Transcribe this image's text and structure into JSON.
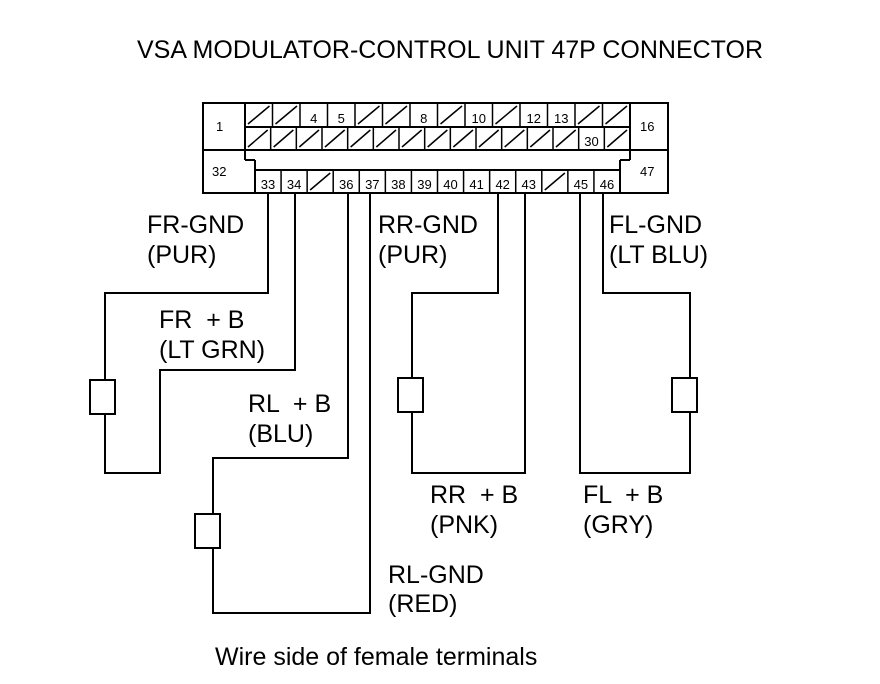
{
  "diagram": {
    "title": "VSA MODULATOR-CONTROL UNIT 47P CONNECTOR",
    "caption": "Wire side of female terminals",
    "corner_pins": [
      "1",
      "16",
      "32",
      "47"
    ],
    "row1_pins": [
      "",
      "",
      "4",
      "5",
      "",
      "",
      "8",
      "",
      "10",
      "",
      "12",
      "13",
      "",
      ""
    ],
    "row2_pins": [
      "",
      "",
      "",
      "",
      "",
      "",
      "",
      "",
      "",
      "",
      "",
      "",
      "",
      "30",
      ""
    ],
    "row3_pins": [
      "33",
      "34",
      "",
      "36",
      "37",
      "38",
      "39",
      "40",
      "41",
      "42",
      "43",
      "",
      "45",
      "46"
    ],
    "wires": [
      {
        "name": "FR-GND",
        "color": "(PUR)"
      },
      {
        "name": "FR  + B",
        "color": "(LT GRN)"
      },
      {
        "name": "RL  + B",
        "color": "(BLU)"
      },
      {
        "name": "RL-GND",
        "color": "(RED)"
      },
      {
        "name": "RR-GND",
        "color": "(PUR)"
      },
      {
        "name": "RR  + B",
        "color": "(PNK)"
      },
      {
        "name": "FL-GND",
        "color": "(LT BLU)"
      },
      {
        "name": "FL  + B",
        "color": "(GRY)"
      }
    ]
  }
}
